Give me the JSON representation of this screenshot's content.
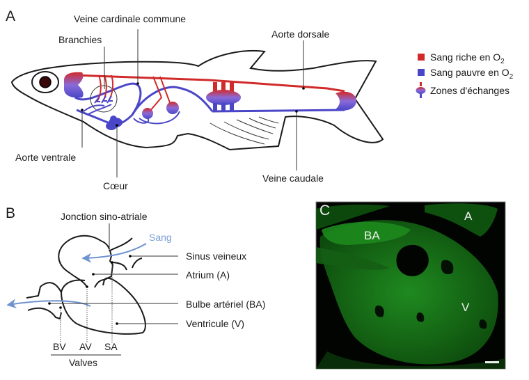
{
  "panels": {
    "a": {
      "letter": "A",
      "labels": {
        "veine_cardinale_commune": "Veine cardinale commune",
        "branchies": "Branchies",
        "aorte_dorsale": "Aorte dorsale",
        "aorte_ventrale": "Aorte ventrale",
        "coeur": "Cœur",
        "veine_caudale": "Veine caudale"
      },
      "legend": [
        {
          "name": "sang-riche",
          "text": "Sang riche en O",
          "sub": "2",
          "color": "#d12a2a"
        },
        {
          "name": "sang-pauvre",
          "text": "Sang pauvre en O",
          "sub": "2",
          "color": "#4a46c8"
        },
        {
          "name": "zones-echanges",
          "text": "Zones d'échanges",
          "sub": ""
        }
      ]
    },
    "b": {
      "letter": "B",
      "labels": {
        "jonction": "Jonction sino-atriale",
        "sang": "Sang",
        "sinus": "Sinus veineux",
        "atrium": "Atrium (A)",
        "bulbe": "Bulbe artériel (BA)",
        "ventricule": "Ventricule (V)"
      },
      "valves": {
        "bv": "BV",
        "av": "AV",
        "sa": "SA",
        "title": "Valves"
      }
    },
    "c": {
      "letter": "C",
      "labels": {
        "a": "A",
        "ba": "BA",
        "v": "V"
      }
    }
  },
  "colors": {
    "oxygenated": "#d12a2a",
    "deoxygenated": "#4a46c8",
    "flow_arrow": "#6f93d0",
    "fluorescence": "#2fb52f"
  }
}
